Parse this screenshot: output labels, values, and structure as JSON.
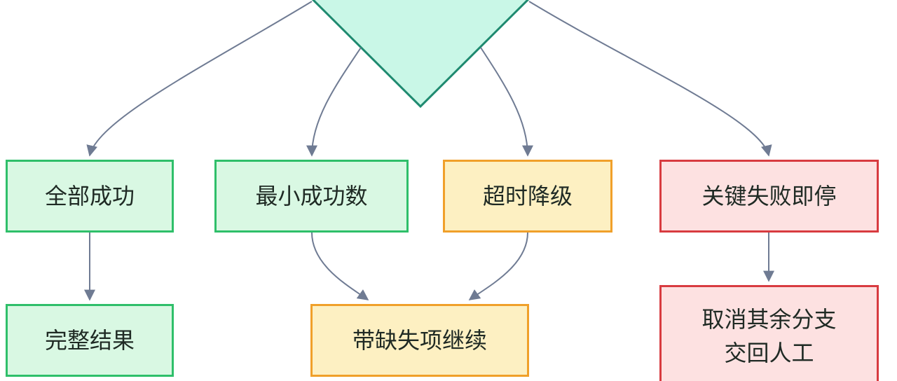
{
  "colors": {
    "decision_fill": "#c9f7e7",
    "decision_stroke": "#1f8a70",
    "edge": "#6f7b93",
    "success_fill": "#d9f8e3",
    "success_stroke": "#2fbf6a",
    "warning_fill": "#fdf0c2",
    "warning_stroke": "#f0a02a",
    "danger_fill": "#fde1e1",
    "danger_stroke": "#d83b40"
  },
  "nodes": {
    "all_success": "全部成功",
    "min_success": "最小成功数",
    "timeout_degrade": "超时降级",
    "critical_stop": "关键失败即停",
    "complete_result": "完整结果",
    "continue_missing": "带缺失项继续",
    "cancel_line1": "取消其余分支",
    "cancel_line2": "交回人工"
  }
}
